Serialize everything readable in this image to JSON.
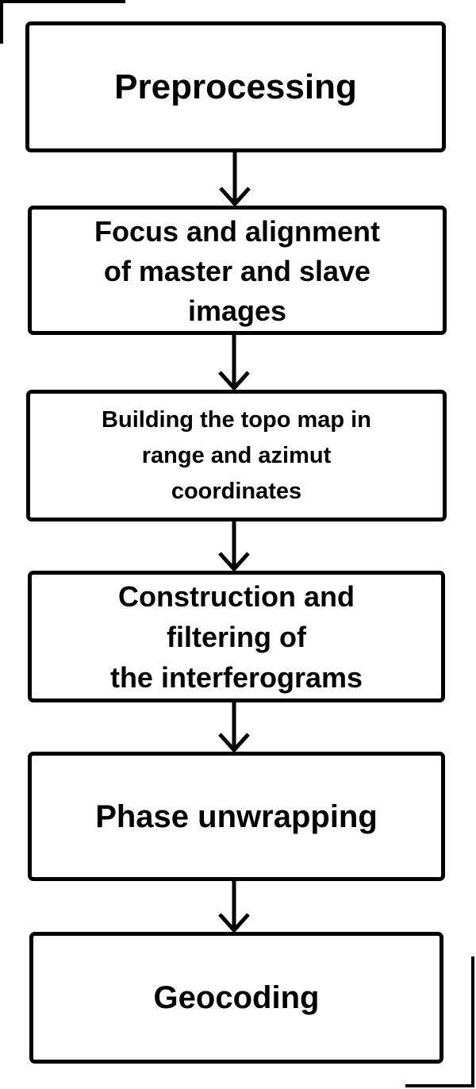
{
  "diagram": {
    "steps": [
      {
        "label": "Preprocessing"
      },
      {
        "label": "Focus and alignment\nof master and slave\nimages"
      },
      {
        "label": "Building the topo map in\nrange and azimut\ncoordinates"
      },
      {
        "label": "Construction and\nfiltering of\nthe interferograms"
      },
      {
        "label": "Phase unwrapping"
      },
      {
        "label": "Geocoding"
      }
    ],
    "connector": "down-arrow",
    "colors": {
      "stroke": "#000000",
      "fill": "#ffffff",
      "text": "#000000"
    }
  }
}
